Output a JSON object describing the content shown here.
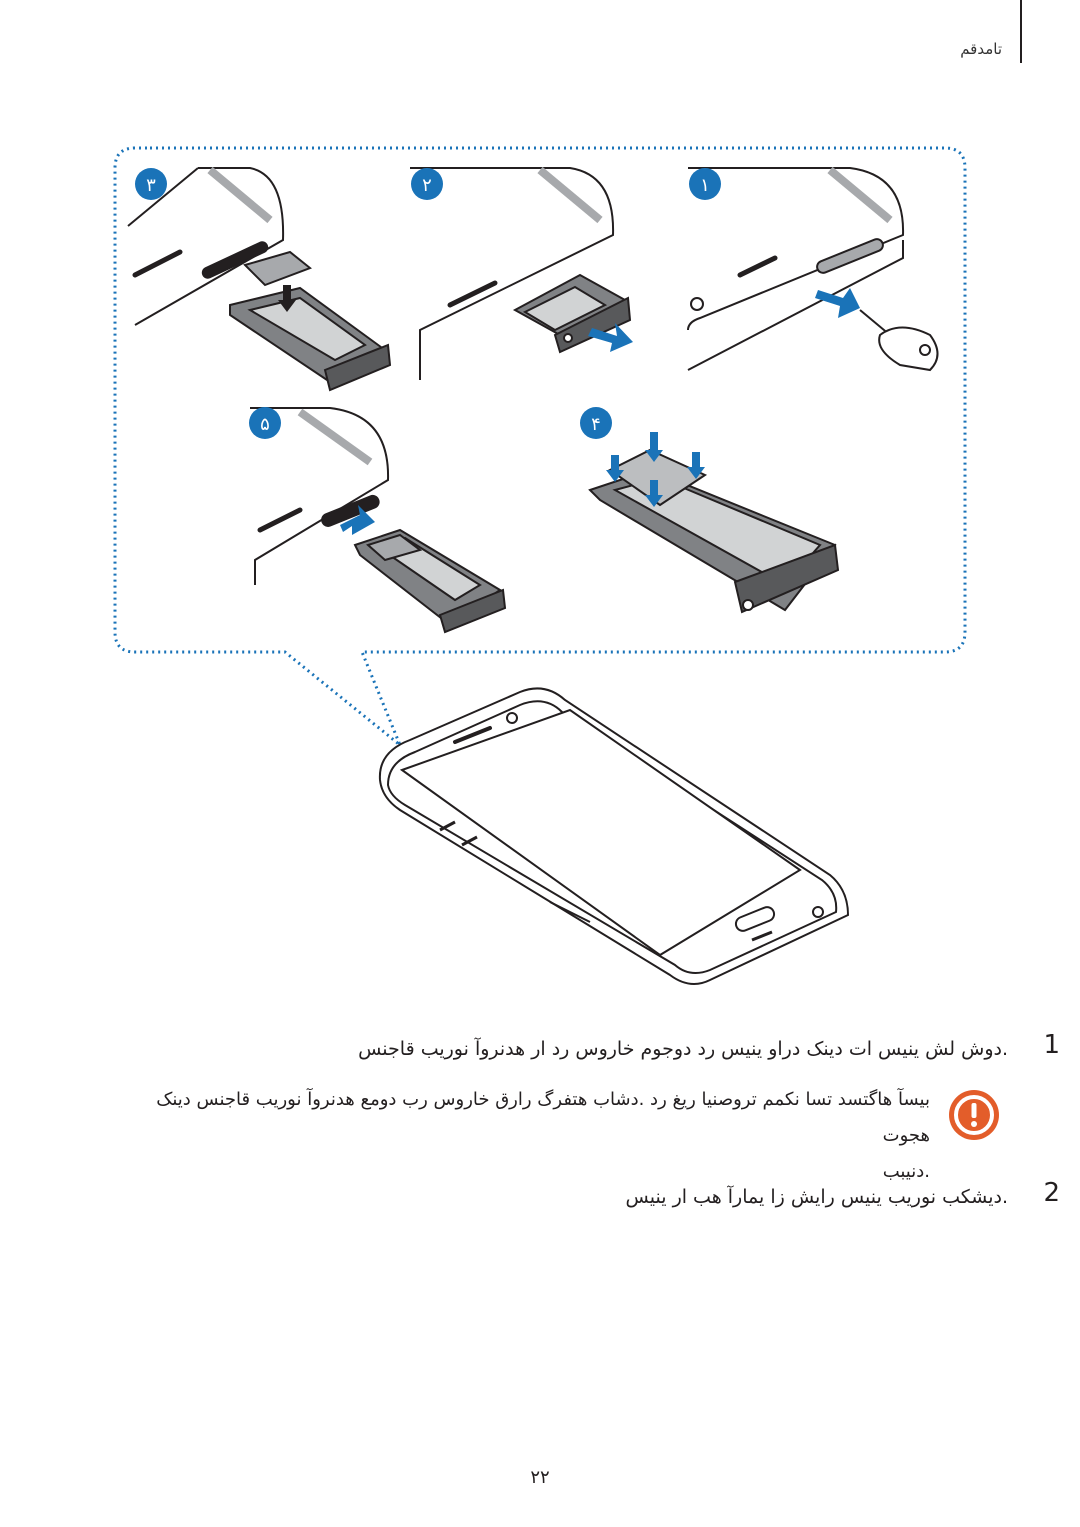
{
  "header": {
    "section_title": "تامدقم"
  },
  "figure": {
    "badges": [
      "۱",
      "۲",
      "۳",
      "۴",
      "۵"
    ],
    "colors": {
      "accent": "#1a73b8",
      "tray": "#6d6e71",
      "dotted_border": "#1a73b8"
    }
  },
  "steps": [
    {
      "number": "1",
      "text": ".دوش لش ینیس ات دینک دراو ینیس رد دوجوم خاروس رد ار هدنروآ نوریب قاجنس"
    },
    {
      "number": "2",
      "text": ".دیشکب نوریب ینیس رایش زا یمارآ هب ار ینیس"
    }
  ],
  "caution": {
    "icon": "caution-icon",
    "line1": "بیسآ هاگتسد تسا نکمم تروصنیا ریغ رد .دشاب هتفرگ رارق خاروس رب دومع هدنروآ نوریب قاجنس دینک هجوت",
    "line2": ".دنیبب"
  },
  "footer": {
    "page_number": "۲۲"
  }
}
